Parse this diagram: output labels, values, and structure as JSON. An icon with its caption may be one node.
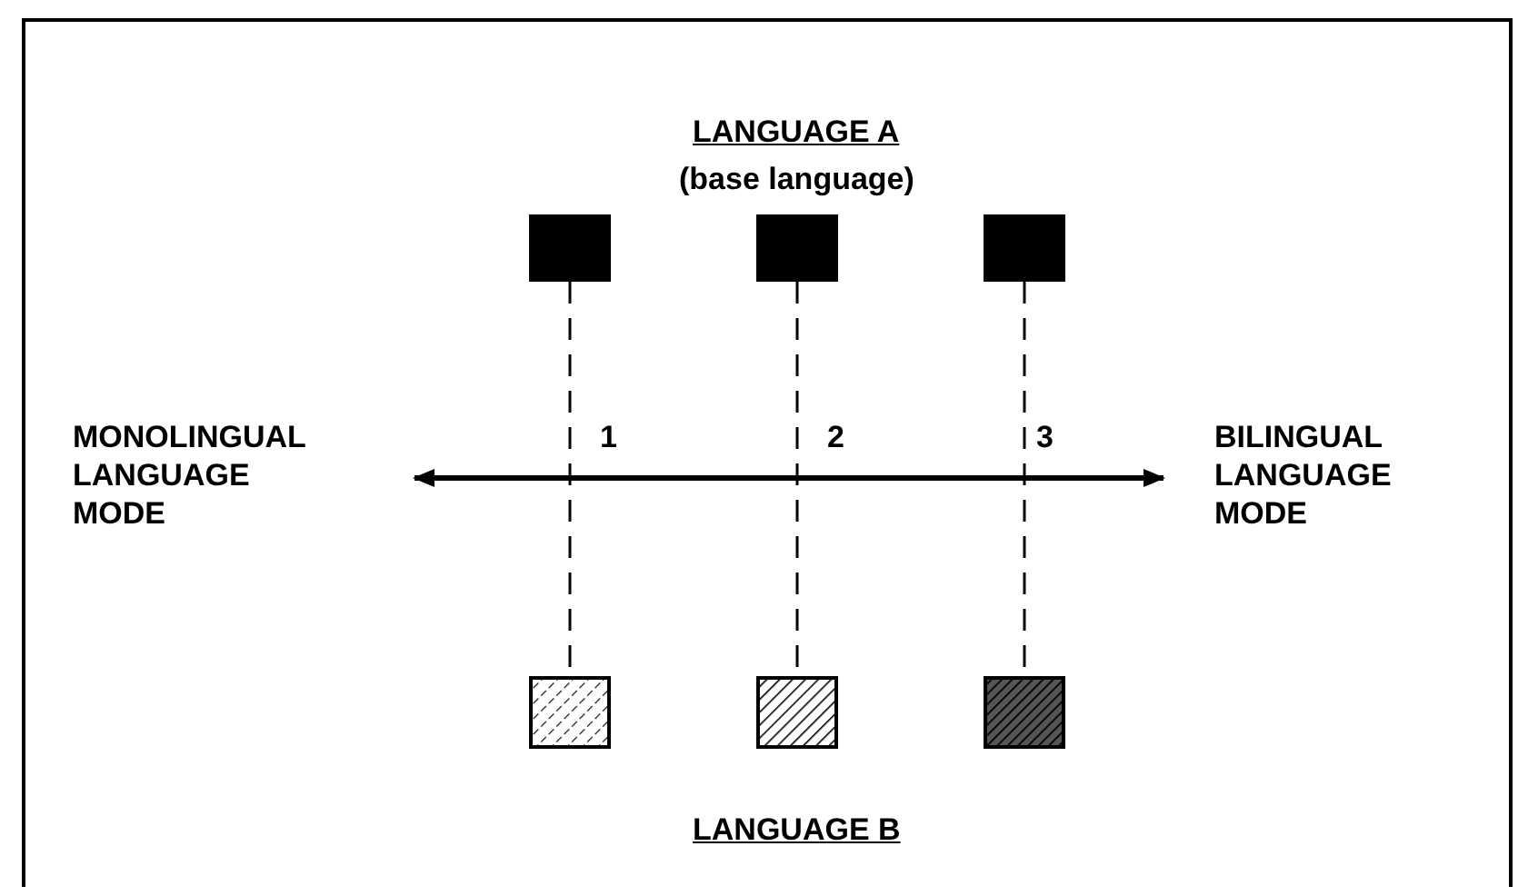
{
  "diagram": {
    "nodes": [
      {
        "text": [],
        "shape": "box"
      },
      {
        "text": [],
        "shape": "box"
      },
      {
        "text": [],
        "shape": "box"
      },
      {
        "text": [
          "MONOLINGUAL LANGUAGE MODE"
        ]
      },
      {
        "text": [
          "BILINGUAL LANGUAGE MODE"
        ]
      },
      {
        "text": [],
        "shape": "box"
      },
      {
        "text": [],
        "shape": "box"
      },
      {
        "text": [],
        "shape": "box"
      }
    ],
    "edges": [
      {
        "from": 0,
        "to": 5,
        "arrow": "none",
        "style": "dashed"
      },
      {
        "from": 1,
        "to": 6,
        "arrow": "none",
        "style": "dashed"
      },
      {
        "from": 2,
        "to": 7,
        "arrow": "none",
        "style": "dashed"
      },
      {
        "from": 3,
        "to": 4,
        "arrow": "both",
        "style": "thick"
      }
    ],
    "labels": [
      "LANGUAGE A",
      "(base language)",
      "1",
      "2",
      "3",
      "LANGUAGE B"
    ]
  }
}
